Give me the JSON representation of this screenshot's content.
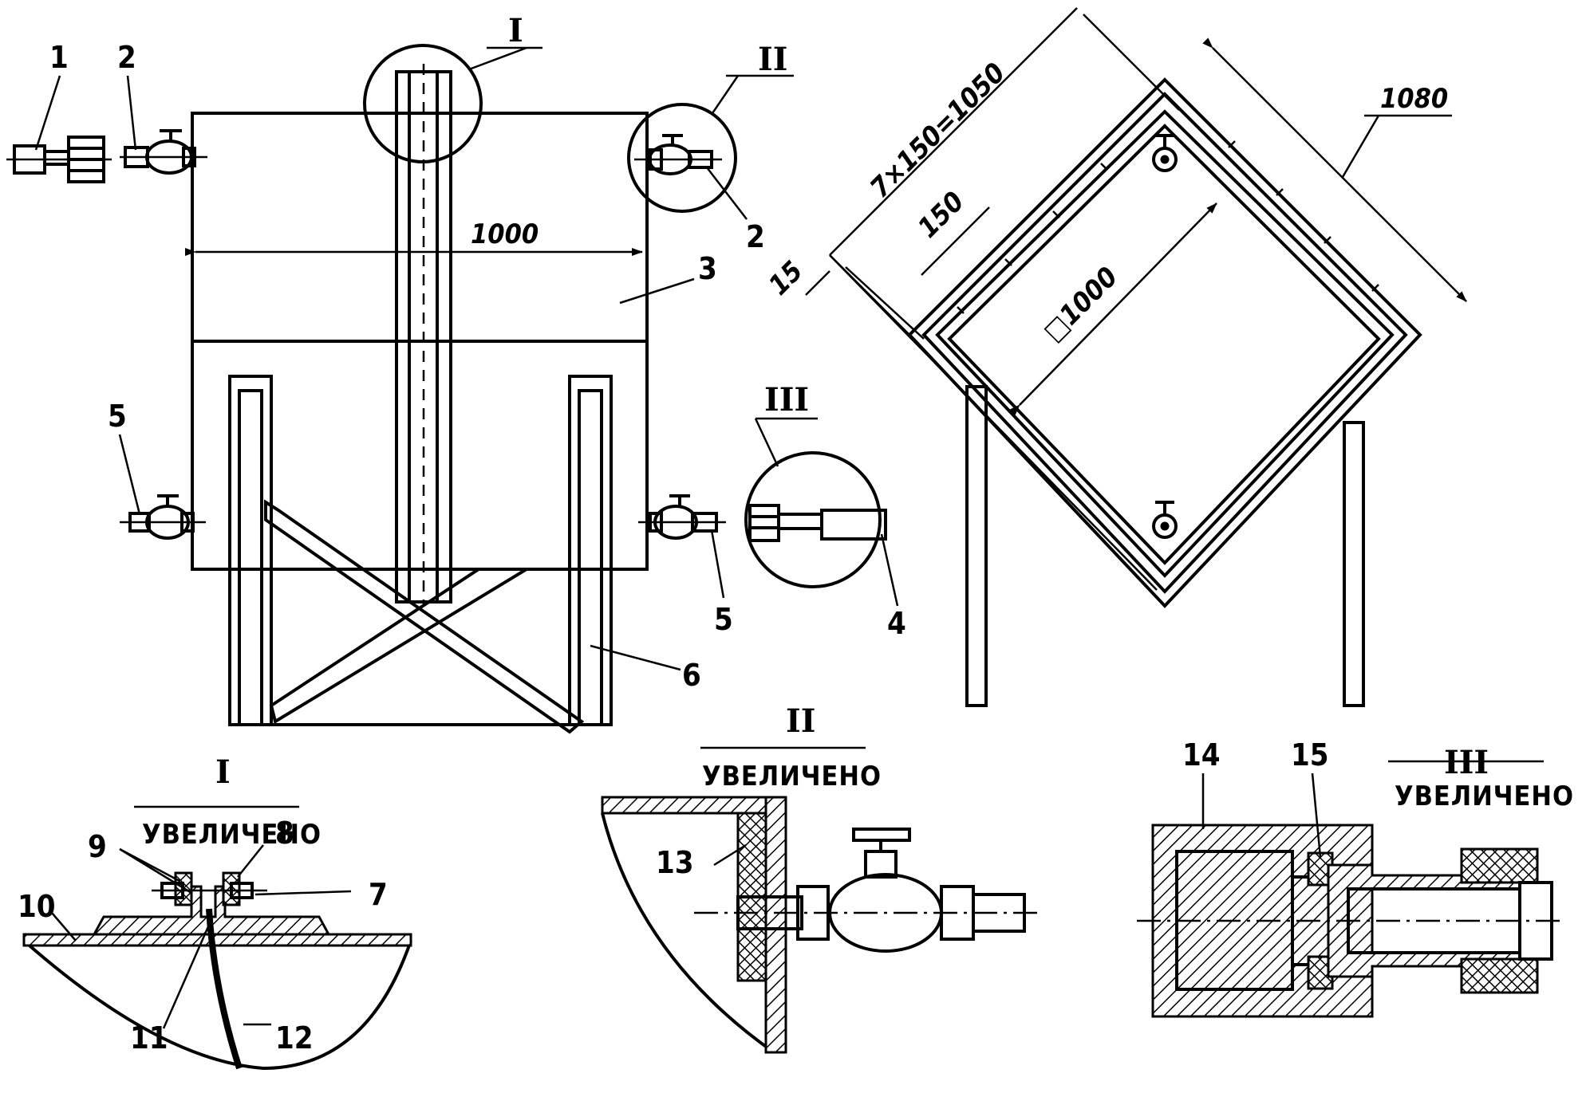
{
  "labels": {
    "p1": "1",
    "p2a": "2",
    "p2b": "2",
    "p3": "3",
    "p4": "4",
    "p5a": "5",
    "p5b": "5",
    "p6": "6",
    "p7": "7",
    "p8": "8",
    "p9": "9",
    "p10": "10",
    "p11": "11",
    "p12": "12",
    "p13": "13",
    "p14": "14",
    "p15": "15"
  },
  "callouts": {
    "I": "I",
    "II": "II",
    "III": "III"
  },
  "dimensions": {
    "width_front": "1000",
    "pitch_total": "7×150=1050",
    "pitch": "150",
    "offset": "15",
    "overall": "1080",
    "inner_square": "□1000"
  },
  "details": [
    {
      "id": "I",
      "caption": "УВЕЛИЧЕНО"
    },
    {
      "id": "II",
      "caption": "УВЕЛИЧЕНО"
    },
    {
      "id": "III",
      "caption": "УВЕЛИЧЕНО"
    }
  ]
}
